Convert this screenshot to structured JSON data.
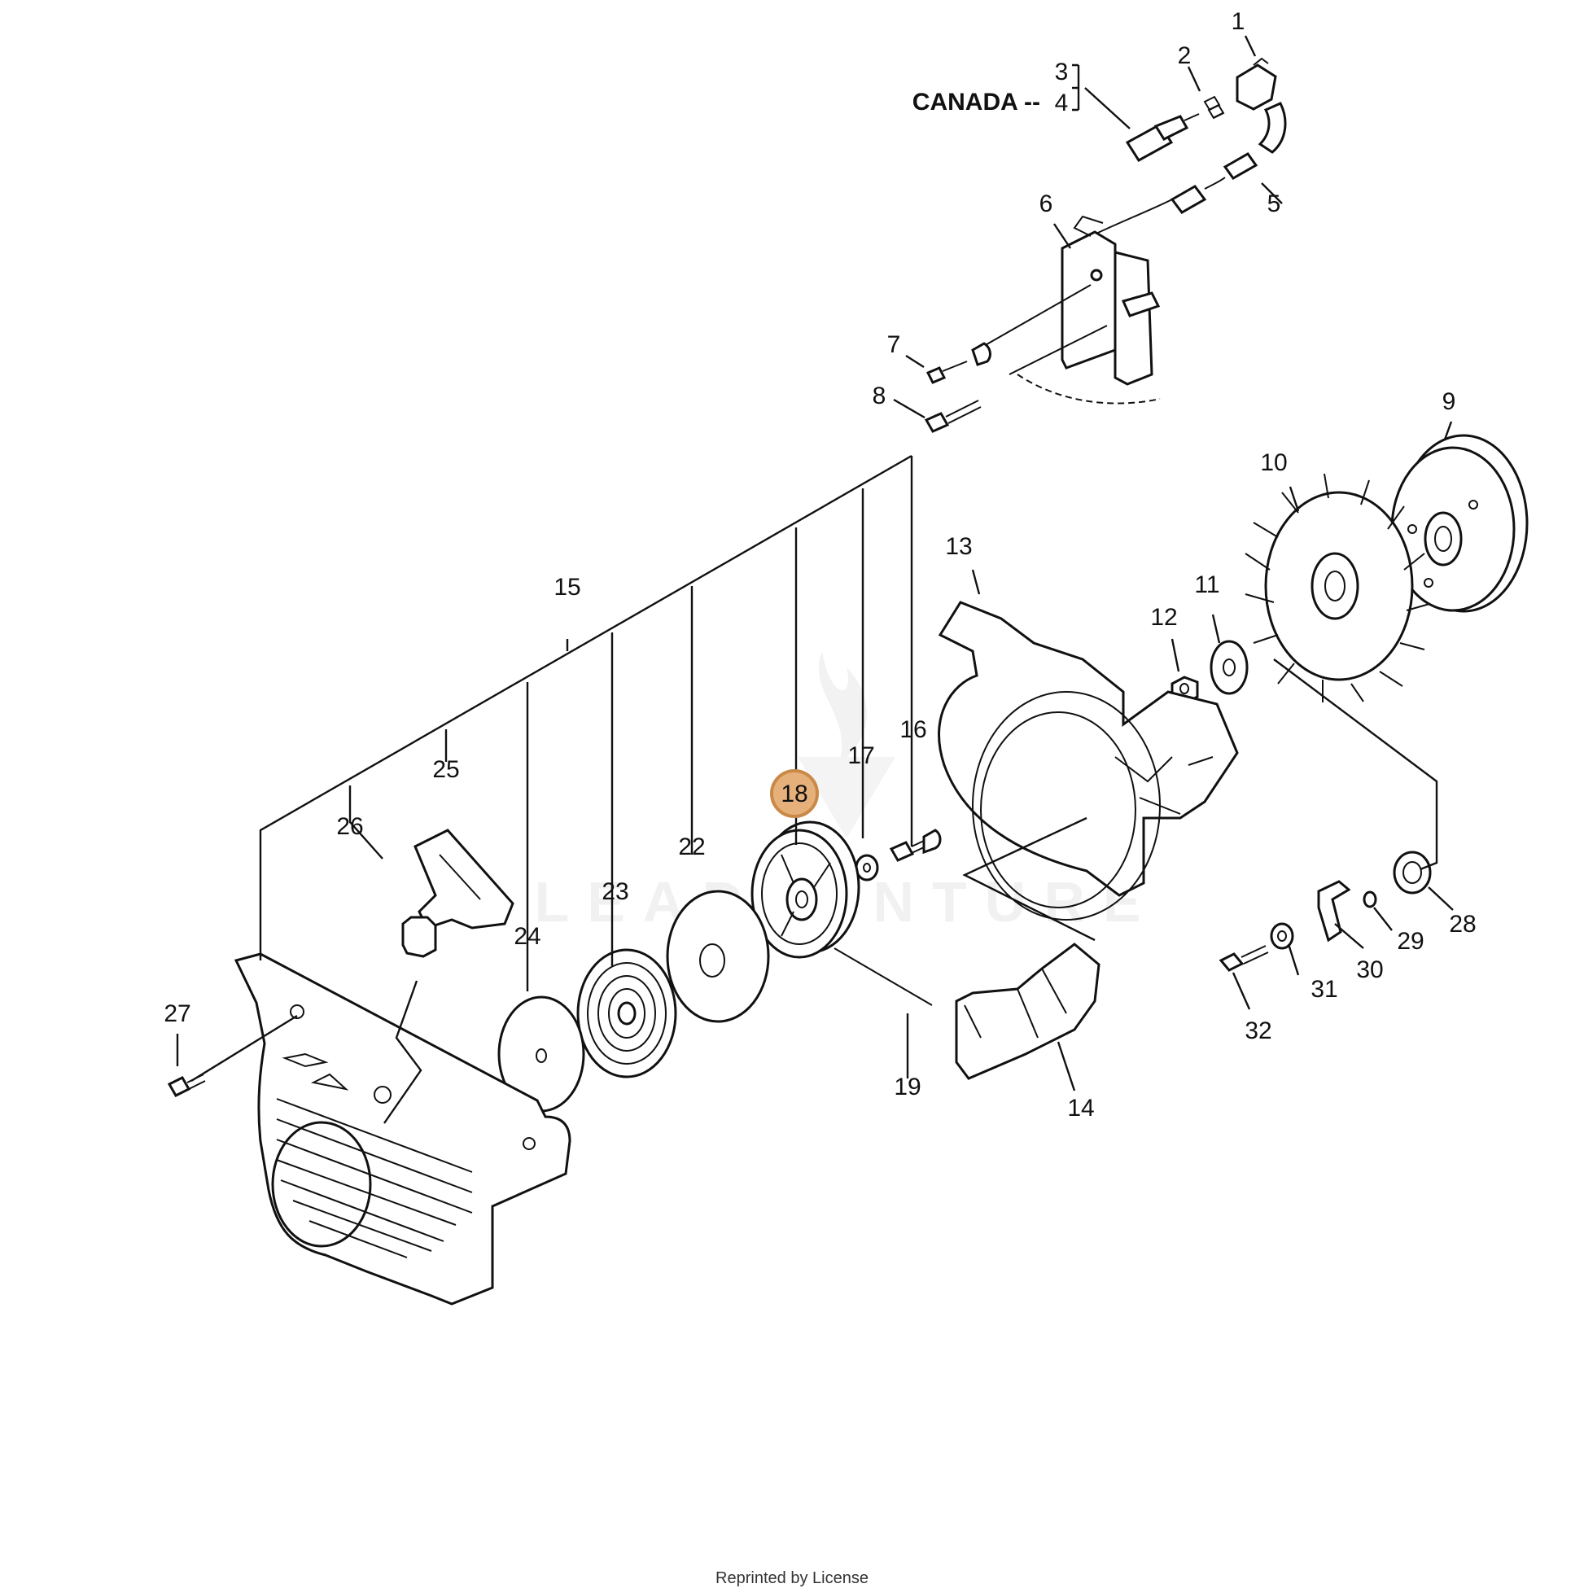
{
  "diagram": {
    "highlighted_part": "18",
    "canada_label": "CANADA --",
    "watermark": "LEADVENTURE",
    "footer": "Reprinted by License"
  },
  "callouts": {
    "c1": "1",
    "c2": "2",
    "c3": "3",
    "c4": "4",
    "c5": "5",
    "c6": "6",
    "c7": "7",
    "c8": "8",
    "c9": "9",
    "c10": "10",
    "c11": "11",
    "c12": "12",
    "c13": "13",
    "c14": "14",
    "c15": "15",
    "c16": "16",
    "c17": "17",
    "c18": "18",
    "c19": "19",
    "c22": "22",
    "c23": "23",
    "c24": "24",
    "c25": "25",
    "c26": "26",
    "c27": "27",
    "c28": "28",
    "c29": "29",
    "c30": "30",
    "c31": "31",
    "c32": "32"
  },
  "colors": {
    "highlight_fill": "#e6b07a",
    "highlight_stroke": "#c98a48",
    "ink": "#111111"
  }
}
